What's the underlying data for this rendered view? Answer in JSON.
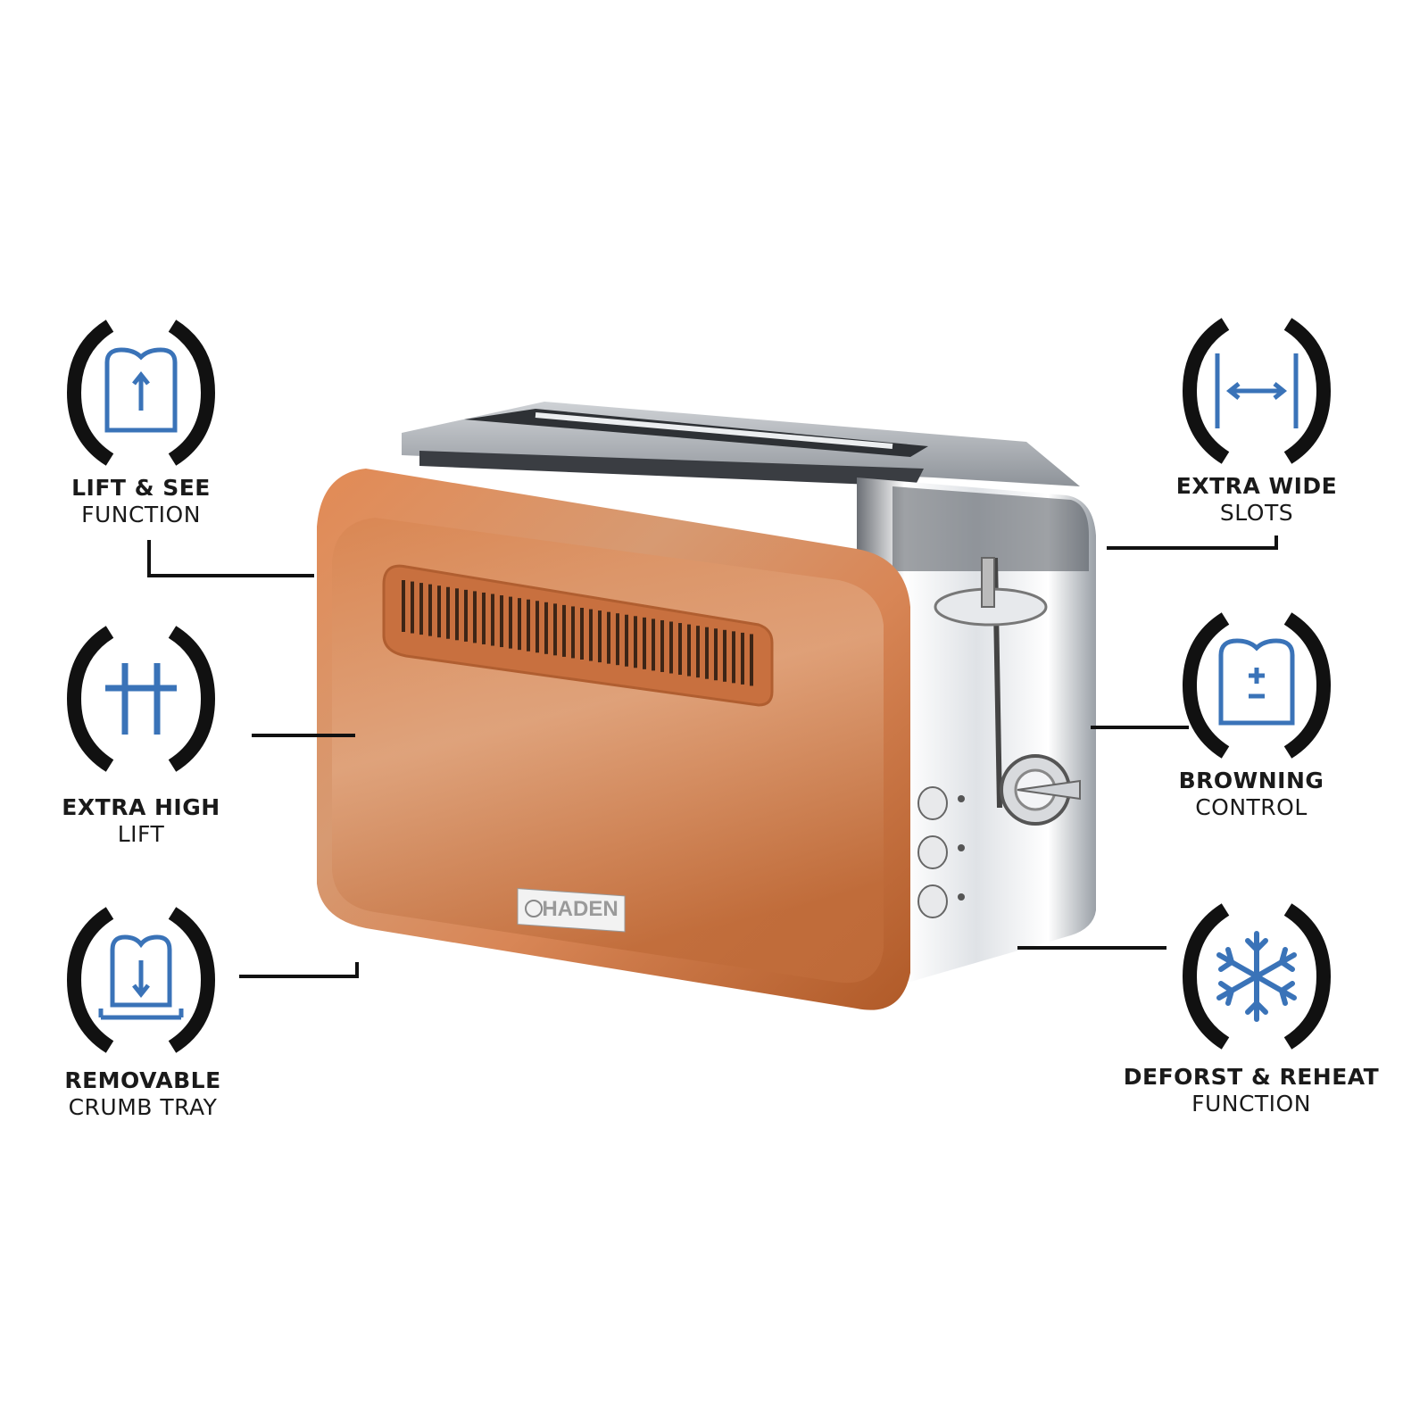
{
  "brand": {
    "logo_text": "HADEN"
  },
  "features": [
    {
      "id": "lift-see",
      "bold": "LIFT & SEE",
      "light": "FUNCTION",
      "icon": "bread-up-arrow-icon"
    },
    {
      "id": "extra-high-lift",
      "bold": "EXTRA HIGH",
      "light": "LIFT",
      "icon": "double-cross-icon"
    },
    {
      "id": "crumb-tray",
      "bold": "REMOVABLE",
      "light": "CRUMB TRAY",
      "icon": "bread-down-tray-icon"
    },
    {
      "id": "extra-wide",
      "bold": "EXTRA WIDE",
      "light": "SLOTS",
      "icon": "width-arrows-icon"
    },
    {
      "id": "browning",
      "bold": "BROWNING",
      "light": "CONTROL",
      "icon": "bread-plus-minus-icon"
    },
    {
      "id": "defrost",
      "bold": "DEFORST & REHEAT",
      "light": "FUNCTION",
      "icon": "snowflake-icon"
    }
  ],
  "colors": {
    "accent_blue": "#3a73b8",
    "bracket_black": "#111111",
    "copper": "#c8703f"
  }
}
